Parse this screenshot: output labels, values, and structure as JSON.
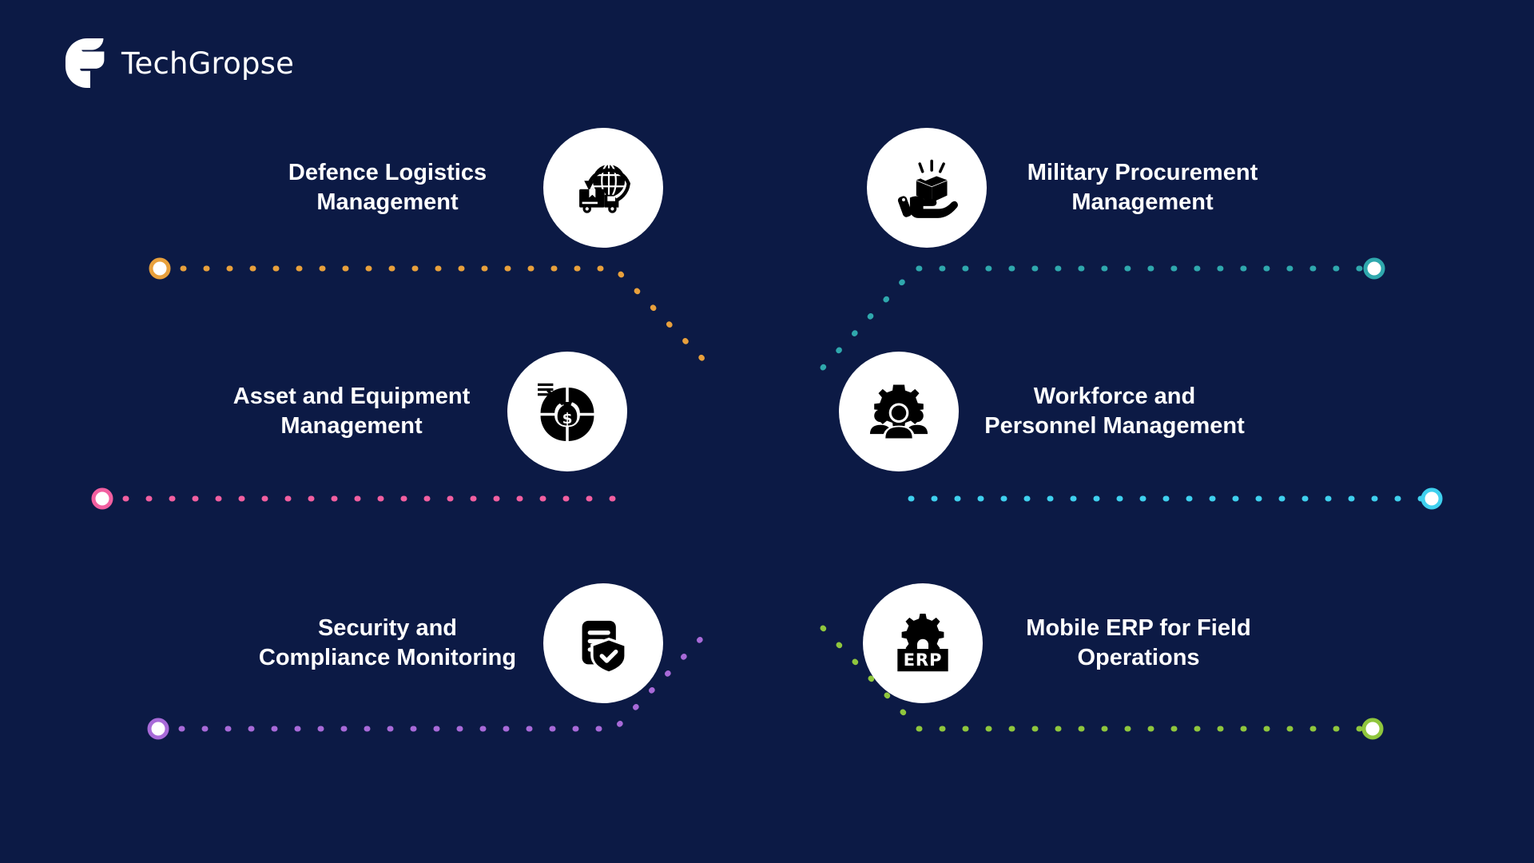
{
  "brand": {
    "name": "TechGropse",
    "logo_mark": "g-logo-icon",
    "logo_color": "#ffffff"
  },
  "theme": {
    "background": "#0c1a45",
    "badge_background": "#ffffff",
    "icon_color": "#000000",
    "label_color": "#ffffff"
  },
  "features": [
    {
      "id": "defence-logistics-management",
      "label": "Defence Logistics Management",
      "icon": "globe-truck-icon",
      "side": "left",
      "row": 1,
      "connector_color": "#e8a03c"
    },
    {
      "id": "military-procurement-management",
      "label": "Military Procurement Management",
      "icon": "hand-package-icon",
      "side": "right",
      "row": 1,
      "connector_color": "#2fa8ad"
    },
    {
      "id": "asset-and-equipment-management",
      "label": "Asset and Equipment Management",
      "icon": "donut-chart-money-bag-icon",
      "side": "left",
      "row": 2,
      "connector_color": "#f25fa0"
    },
    {
      "id": "workforce-and-personnel-management",
      "label": "Workforce and Personnel Management",
      "icon": "people-gear-icon",
      "side": "right",
      "row": 2,
      "connector_color": "#3fd0ee"
    },
    {
      "id": "security-and-compliance-monitoring",
      "label": "Security and Compliance Monitoring",
      "icon": "document-shield-check-icon",
      "side": "left",
      "row": 3,
      "connector_color": "#a86ad8"
    },
    {
      "id": "mobile-erp-for-field-operations",
      "label": "Mobile ERP for Field Operations",
      "icon": "gear-erp-box-icon",
      "side": "right",
      "row": 3,
      "connector_color": "#8fc63d"
    }
  ]
}
